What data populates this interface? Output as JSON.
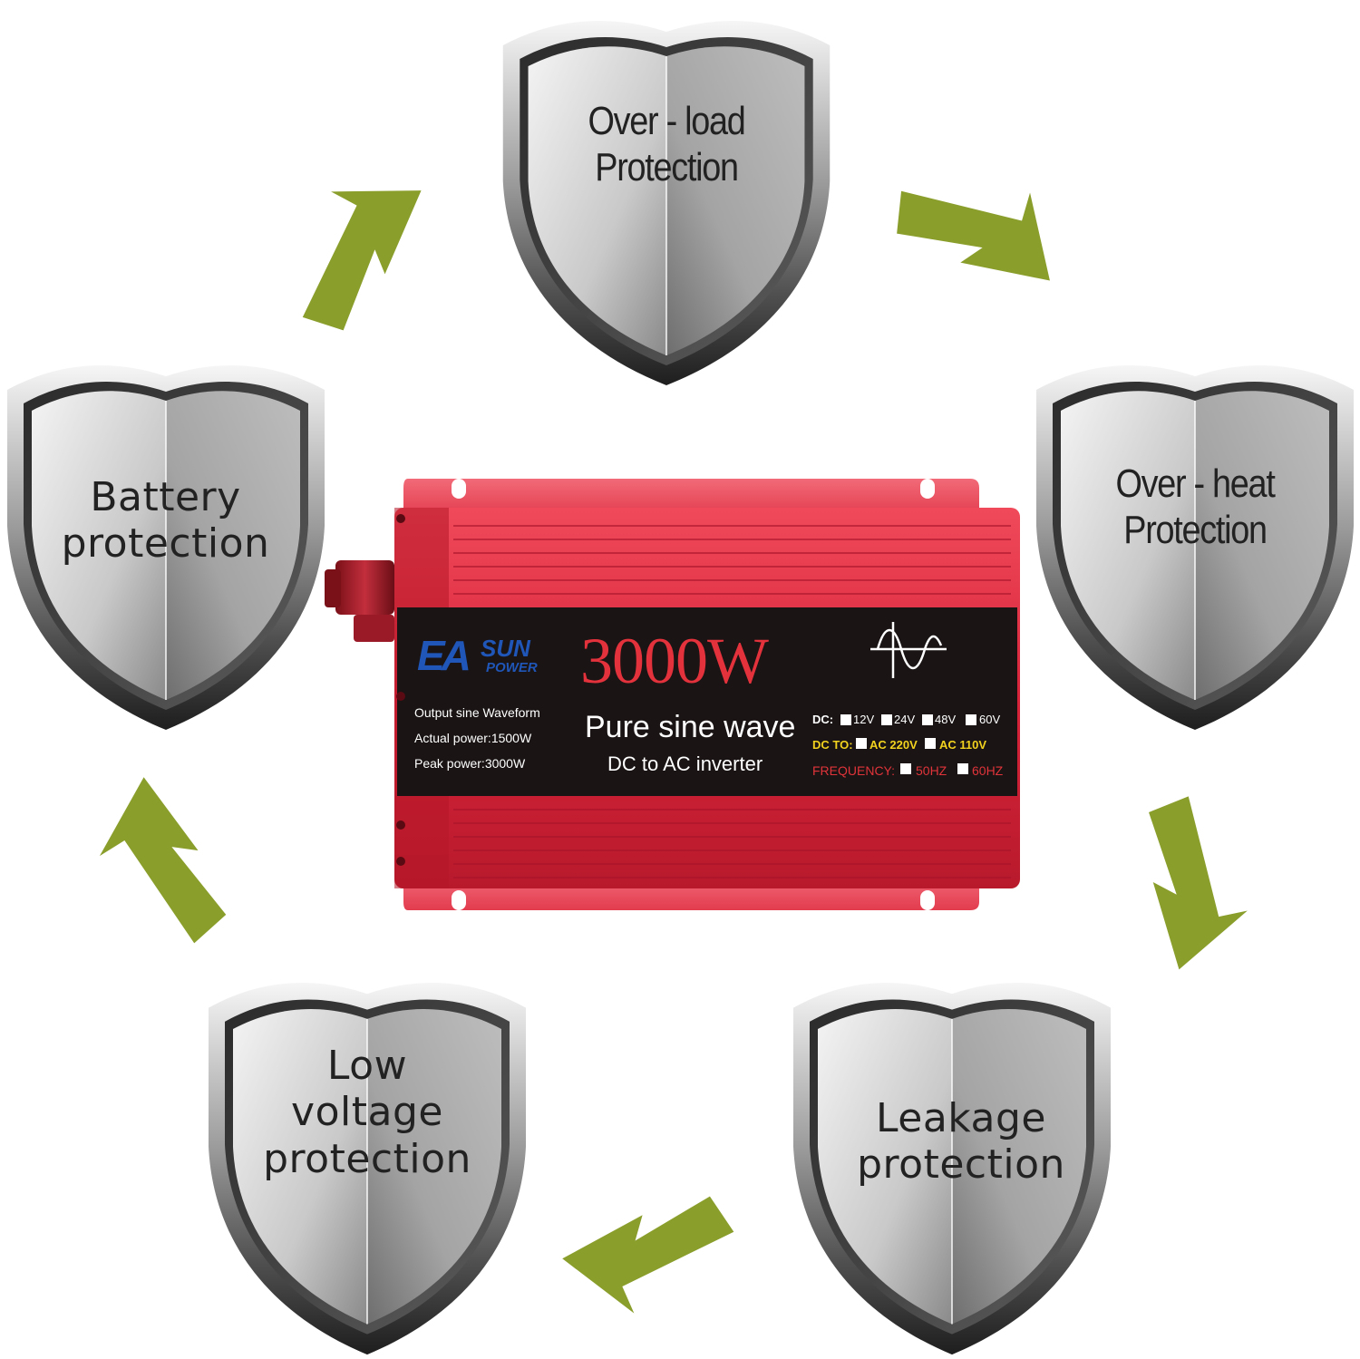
{
  "features": [
    {
      "id": "over-load",
      "lines": [
        "Over - load",
        "Protection"
      ]
    },
    {
      "id": "over-heat",
      "lines": [
        "Over - heat",
        "Protection"
      ]
    },
    {
      "id": "leakage",
      "lines": [
        "Leakage",
        "protection"
      ]
    },
    {
      "id": "low-voltage",
      "lines": [
        "Low",
        "voltage",
        "protection"
      ]
    },
    {
      "id": "battery",
      "lines": [
        "Battery",
        "protection"
      ]
    }
  ],
  "product": {
    "brand_main": "EA",
    "brand_sun": "SUN",
    "brand_power": "POWER",
    "wattage": "3000W",
    "headline": "Pure sine wave",
    "subline": "DC to AC inverter",
    "specs": [
      "Output sine Waveform",
      "Actual power:1500W",
      "Peak power:3000W"
    ],
    "dc_label": "DC:",
    "dc_options": [
      "12V",
      "24V",
      "48V",
      "60V"
    ],
    "dcto_label": "DC TO:",
    "dcto_options": [
      "AC 220V",
      "AC 110V"
    ],
    "freq_label": "FREQUENCY:",
    "freq_options": [
      "50HZ",
      "60HZ"
    ],
    "waveform_icon": "sine-wave-icon"
  },
  "colors": {
    "arrow": "#8a9e2c",
    "body_red": "#e0283a",
    "panel_black": "#1a1414",
    "brand_blue": "#1f56b8",
    "wattage_red": "#e3323c",
    "dcto_yellow": "#f2d21e",
    "freq_red": "#e0343a"
  }
}
